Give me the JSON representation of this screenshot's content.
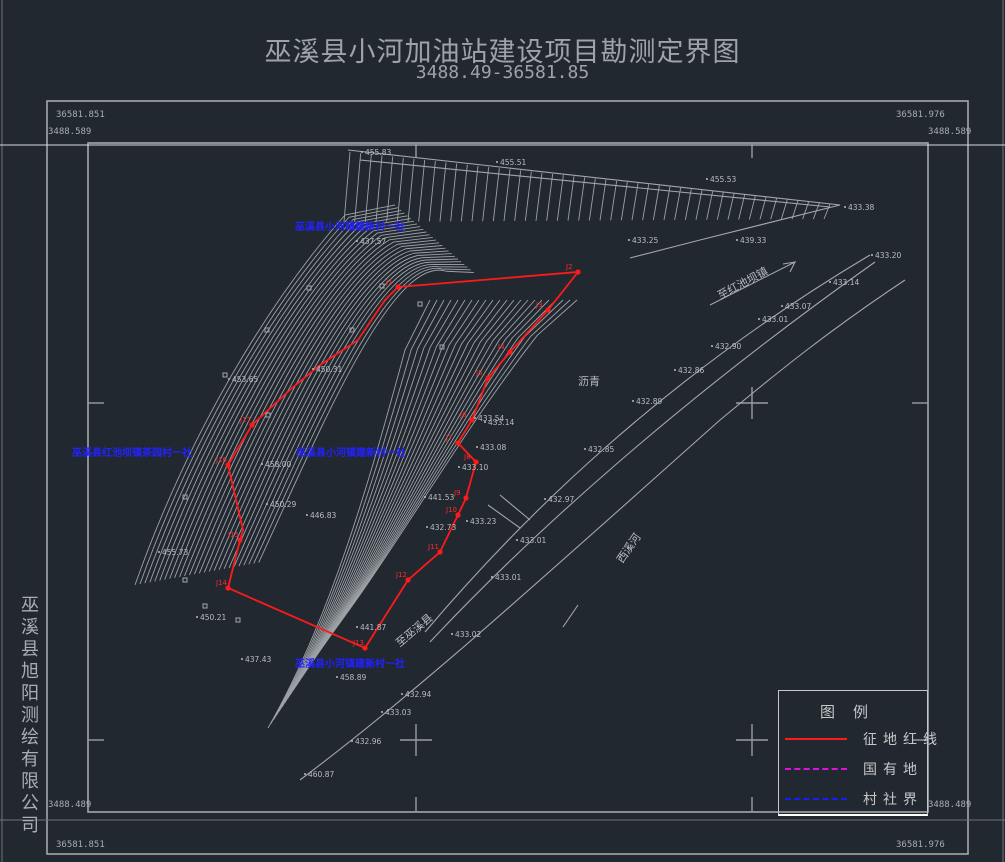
{
  "title": "巫溪县小河加油站建设项目勘测定界图",
  "subtitle": "3488.49-36581.85",
  "corners": {
    "top_left_x": "36581.851",
    "top_left_y": "3488.589",
    "top_right_x": "36581.976",
    "top_right_y": "3488.589",
    "bottom_left_y": "3488.489",
    "bottom_left_x": "36581.851",
    "bottom_right_y": "3488.489",
    "bottom_right_x": "36581.976"
  },
  "company": "巫溪县旭阳测绘有限公司",
  "blue_labels": {
    "north": "巫溪县小河镇建新村一社",
    "west": "巫溪县红池坝镇茶园村一社",
    "center": "巫溪县小河镇建新村一社",
    "south": "巫溪县小河镇建新村一社"
  },
  "places": {
    "river_area": "沥青",
    "river_name": "西溪河",
    "road_north": "至红池坝镇",
    "road_south": "至巫溪县"
  },
  "legend": {
    "title": "图例",
    "items": [
      {
        "label": "征地红线",
        "color": "#ff1a1a",
        "style": "solid"
      },
      {
        "label": "国有地",
        "color": "#e010e0",
        "style": "dashed"
      },
      {
        "label": "村社界",
        "color": "#1a1aff",
        "style": "dashed"
      }
    ]
  },
  "parcel_points": [
    {
      "id": "J1",
      "label": "J1"
    },
    {
      "id": "J2",
      "label": "J2"
    },
    {
      "id": "J3",
      "label": "J3"
    },
    {
      "id": "J4",
      "label": "J4"
    },
    {
      "id": "J5",
      "label": "J5"
    },
    {
      "id": "J6",
      "label": "J6"
    },
    {
      "id": "J7",
      "label": "J7"
    },
    {
      "id": "J8",
      "label": "J8"
    },
    {
      "id": "J9",
      "label": "J9"
    },
    {
      "id": "J10",
      "label": "J10"
    },
    {
      "id": "J11",
      "label": "J11"
    },
    {
      "id": "J12",
      "label": "J12"
    },
    {
      "id": "J13",
      "label": "J13"
    },
    {
      "id": "J14",
      "label": "J14"
    },
    {
      "id": "J15",
      "label": "J15"
    },
    {
      "id": "J16",
      "label": "J16"
    },
    {
      "id": "J17",
      "label": "J17"
    }
  ],
  "elevations": [
    "455.83",
    "455.51",
    "455.53",
    "433.38",
    "433.25",
    "439.33",
    "433.20",
    "433.14",
    "433.07",
    "433.01",
    "432.90",
    "432.86",
    "432.89",
    "432.85",
    "432.97",
    "433.01",
    "433.01",
    "433.02",
    "432.94",
    "433.03",
    "432.96",
    "460.87",
    "453.65",
    "450.31",
    "458.00",
    "455.73",
    "450.21",
    "437.43",
    "458.89",
    "441.87",
    "432.73",
    "433.23",
    "433.10",
    "433.08",
    "433.14",
    "433.54",
    "437.57",
    "450.29",
    "446.83",
    "441.53"
  ],
  "colors": {
    "background": "#212830",
    "frame": "#a3a7ab",
    "contour": "#9ea2a6",
    "red": "#ff1a1a",
    "blue": "#1a1aff"
  }
}
